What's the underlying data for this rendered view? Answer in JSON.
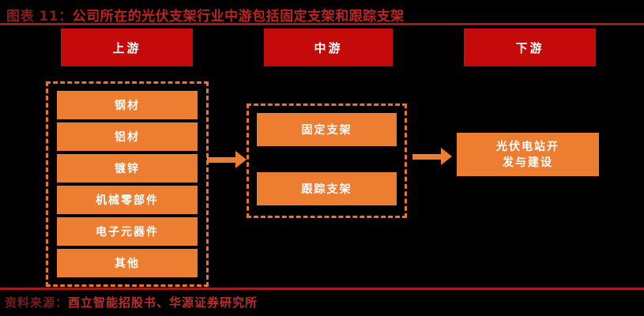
{
  "figure": {
    "tag": "图表 11：",
    "title": "公司所在的光伏支架行业中游包括固定支架和跟踪支架"
  },
  "stages": {
    "upstream": {
      "label": "上游",
      "items": [
        "钢材",
        "铝材",
        "镀锌",
        "机械零部件",
        "电子元器件",
        "其他"
      ]
    },
    "midstream": {
      "label": "中游",
      "items": [
        "固定支架",
        "跟踪支架"
      ]
    },
    "downstream": {
      "label": "下游",
      "box_lines": [
        "光伏电站开",
        "发与建设"
      ]
    }
  },
  "source": {
    "label": "资料来源：",
    "text": "酉立智能招股书、华源证券研究所"
  },
  "colors": {
    "background": "#000000",
    "stage_red": "#C40A0A",
    "title_dark_red": "#8C1B1B",
    "title_bright_red": "#C0221E",
    "rule_red": "#A01C1C",
    "box_orange": "#ED7D31",
    "dashed_border_orange": "#E8752B",
    "box_text_white": "#FFFFFF"
  }
}
